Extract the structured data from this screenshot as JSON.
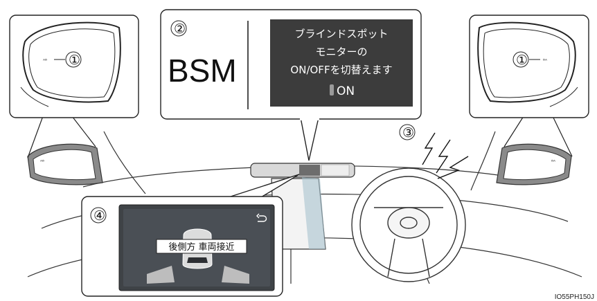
{
  "callouts": {
    "c1": "①",
    "c2": "②",
    "c3": "③",
    "c4": "④"
  },
  "mirror_indicator_glyph_left": "ᴬᴮ",
  "mirror_indicator_glyph_right": "ᴮᴬ",
  "bsm_label": "BSM",
  "screen": {
    "line1": "ブラインドスポット",
    "line2": "モニターの",
    "line3": "ON/OFFを切替えます",
    "state": "ON"
  },
  "warning_display": {
    "alert_text": "後側方 車両接近",
    "back_icon": "back-arrow-icon"
  },
  "figure_code": "IO55PH150J",
  "colors": {
    "screen_bg": "#3c3c3c",
    "line": "#222222",
    "dash_fill": "#e8e8e8"
  }
}
